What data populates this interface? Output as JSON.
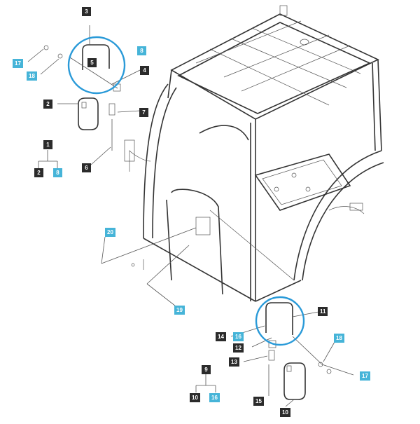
{
  "callouts": [
    {
      "id": "c3",
      "label": "3",
      "style": "dark"
    },
    {
      "id": "c5",
      "label": "5",
      "style": "dark"
    },
    {
      "id": "c8a",
      "label": "8",
      "style": "cyan"
    },
    {
      "id": "c17a",
      "label": "17",
      "style": "cyan"
    },
    {
      "id": "c18a",
      "label": "18",
      "style": "cyan"
    },
    {
      "id": "c4",
      "label": "4",
      "style": "dark"
    },
    {
      "id": "c2",
      "label": "2",
      "style": "dark"
    },
    {
      "id": "c7",
      "label": "7",
      "style": "dark"
    },
    {
      "id": "c6",
      "label": "6",
      "style": "dark"
    },
    {
      "id": "c1",
      "label": "1",
      "style": "dark"
    },
    {
      "id": "c2b",
      "label": "2",
      "style": "dark"
    },
    {
      "id": "c8b",
      "label": "8",
      "style": "cyan"
    },
    {
      "id": "c20",
      "label": "20",
      "style": "cyan"
    },
    {
      "id": "c19",
      "label": "19",
      "style": "cyan"
    },
    {
      "id": "c11",
      "label": "11",
      "style": "dark"
    },
    {
      "id": "c14",
      "label": "14",
      "style": "dark"
    },
    {
      "id": "c16a",
      "label": "16",
      "style": "cyan"
    },
    {
      "id": "c12",
      "label": "12",
      "style": "dark"
    },
    {
      "id": "c13",
      "label": "13",
      "style": "dark"
    },
    {
      "id": "c18b",
      "label": "18",
      "style": "cyan"
    },
    {
      "id": "c17b",
      "label": "17",
      "style": "cyan"
    },
    {
      "id": "c9",
      "label": "9",
      "style": "dark"
    },
    {
      "id": "c10",
      "label": "10",
      "style": "dark"
    },
    {
      "id": "c16b",
      "label": "16",
      "style": "cyan"
    },
    {
      "id": "c15",
      "label": "15",
      "style": "dark"
    },
    {
      "id": "c10b",
      "label": "10",
      "style": "dark"
    }
  ],
  "colors": {
    "callout_dark": "#2b2b2b",
    "callout_cyan": "#46b4d8",
    "highlight_circle": "#2a9ad8",
    "line_art": "#333333"
  }
}
